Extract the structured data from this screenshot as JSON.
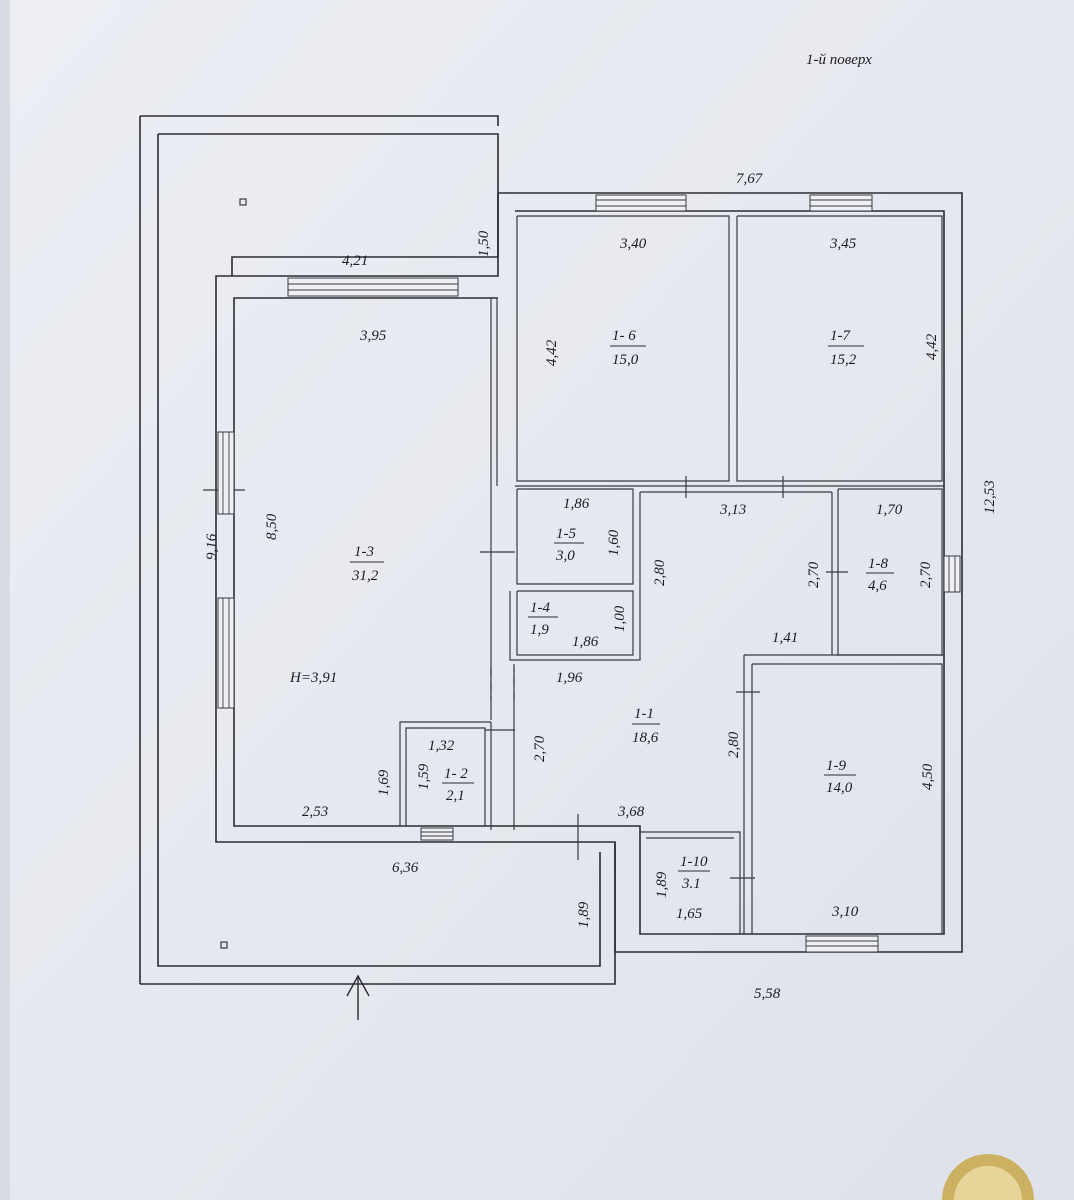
{
  "plan": {
    "floor_title": "1-й поверх",
    "overall": {
      "top_width": "7,67",
      "right_depth": "12,53",
      "left_depth": "9,16",
      "bottom_right": "5,58",
      "bottom_left": "6,36"
    },
    "terrace": {
      "width": "4,21",
      "depth": "1,50",
      "porch_depth": "1,89"
    },
    "height_label": "H=3,91",
    "rooms": {
      "r1_1": {
        "id": "1-1",
        "area": "18,6",
        "dims": [
          "3,13",
          "2,80",
          "2,70",
          "1,41",
          "2,80",
          "1,96",
          "2,70",
          "3,68"
        ]
      },
      "r1_2": {
        "id": "1- 2",
        "area": "2,1",
        "dims": [
          "1,32",
          "1,59",
          "1,69"
        ]
      },
      "r1_3": {
        "id": "1-3",
        "area": "31,2",
        "dims": [
          "3,95",
          "8,50",
          "2,53"
        ]
      },
      "r1_4": {
        "id": "1-4",
        "area": "1,9",
        "dims": [
          "1,00",
          "1,86"
        ]
      },
      "r1_5": {
        "id": "1-5",
        "area": "3,0",
        "dims": [
          "1,86",
          "1,60"
        ]
      },
      "r1_6": {
        "id": "1- 6",
        "area": "15,0",
        "dims": [
          "3,40",
          "4,42"
        ]
      },
      "r1_7": {
        "id": "1-7",
        "area": "15,2",
        "dims": [
          "3,45",
          "4,42"
        ]
      },
      "r1_8": {
        "id": "1-8",
        "area": "4,6",
        "dims": [
          "1,70",
          "2,70"
        ]
      },
      "r1_9": {
        "id": "1-9",
        "area": "14,0",
        "dims": [
          "4,50",
          "3,10"
        ]
      },
      "r1_10": {
        "id": "1-10",
        "area": "3.1",
        "dims": [
          "1,89",
          "1,65"
        ]
      }
    }
  }
}
